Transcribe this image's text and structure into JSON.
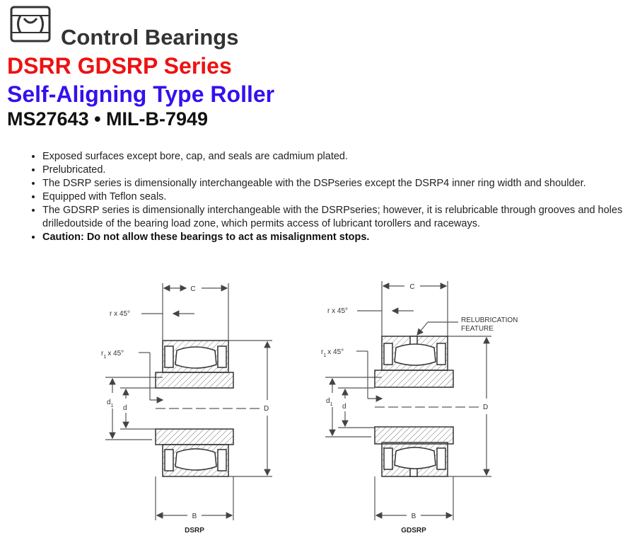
{
  "header": {
    "title": "Control Bearings",
    "series": "DSRR GDSRP Series",
    "type": "Self-Aligning Type Roller",
    "spec": "MS27643 • MIL-B-7949"
  },
  "features": [
    "Exposed surfaces except bore, cap, and seals are cadmium plated.",
    "Prelubricated.",
    "The DSRP series is dimensionally interchangeable with the DSPseries except the DSRP4 inner ring width and shoulder.",
    "Equipped with Teflon seals.",
    "The GDSRP series is dimensionally interchangeable with the DSRPseries; however, it is relubricable through grooves and holes drilledoutside of the bearing load zone, which permits access of lubricant torollers and raceways.",
    "Caution: Do not allow these bearings to act as misalignment stops."
  ],
  "drawing": {
    "dim_c": "C",
    "dim_b": "B",
    "dim_d_outer": "D",
    "dim_d1": "d",
    "dim_d1_sub": "1",
    "dim_d": "d",
    "chamfer_r": "r x 45°",
    "chamfer_r1_prefix": "r",
    "chamfer_r1_sub": "1",
    "chamfer_r1_suffix": "x 45°",
    "relub_line1": "RELUBRICATION",
    "relub_line2": "FEATURE",
    "caption_left": "DSRP",
    "caption_right": "GDSRP"
  },
  "icons": {
    "logo": "bearing-icon"
  }
}
